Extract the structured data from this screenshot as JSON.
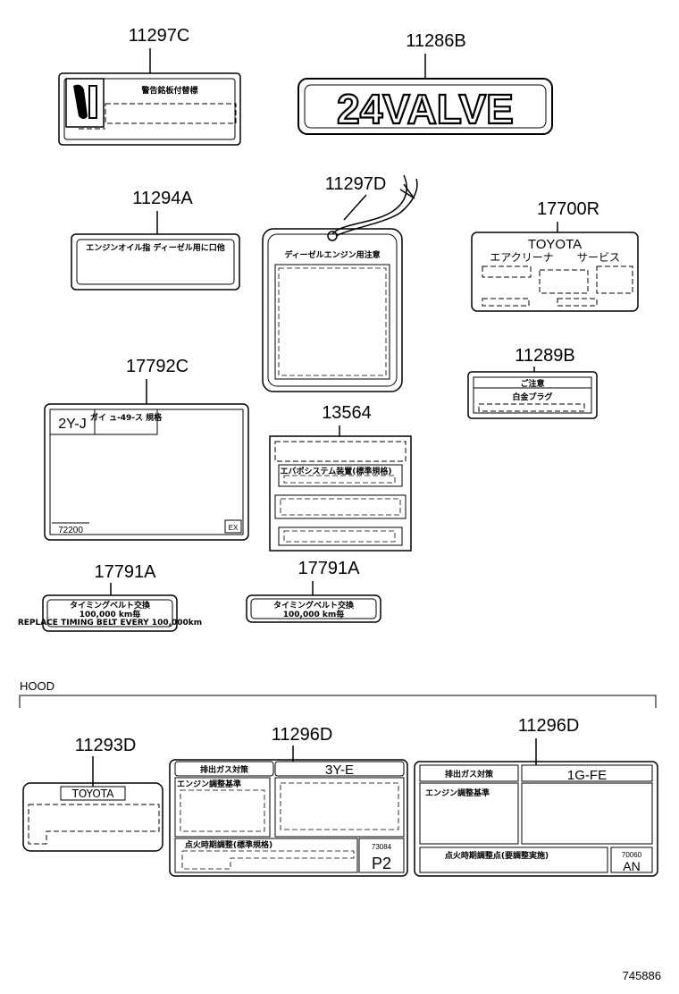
{
  "diagram_id": "745886",
  "section_label": "HOOD",
  "parts": {
    "p11297C": {
      "number": "11297C",
      "text": "警告銘板付替標"
    },
    "p11286B": {
      "number": "11286B",
      "text": "24VALVE"
    },
    "p11294A": {
      "number": "11294A",
      "text": "エンジンオイル指 ディーゼル用に口他"
    },
    "p11297D": {
      "number": "11297D",
      "text": "ディーゼルエンジン用注意"
    },
    "p17700R": {
      "number": "17700R",
      "brand": "TOYOTA",
      "left_label": "エアクリーナ",
      "right_label": "サービス"
    },
    "p11289B": {
      "number": "11289B",
      "line1": "ご注意",
      "line2": "白金プラグ"
    },
    "p17792C": {
      "number": "17792C",
      "engine": "2Y-J",
      "note": "ガイ ュ-49-ス 規格",
      "code": "72200",
      "corner": "EX"
    },
    "p13564": {
      "number": "13564",
      "text": "エバポシステム装置(標準規格)"
    },
    "p17791A_1": {
      "number": "17791A",
      "line1": "タイミングベルト交換",
      "line2": "100,000 km毎",
      "line3": "REPLACE TIMING BELT EVERY 100,000km"
    },
    "p17791A_2": {
      "number": "17791A",
      "line1": "タイミングベルト交換",
      "line2": "100,000 km毎"
    },
    "p11293D": {
      "number": "11293D",
      "brand": "TOYOTA"
    },
    "p11296D_1": {
      "number": "11296D",
      "header": "排出ガス対策",
      "engine": "3Y-E",
      "sub": "エンジン調整基準",
      "bottom": "点火時期調整(標準規格)",
      "code": "73084",
      "grade": "P2"
    },
    "p11296D_2": {
      "number": "11296D",
      "header": "排出ガス対策",
      "engine": "1G-FE",
      "sub": "エンジン調整基準",
      "bottom": "点火時期調整点(要調整実施)",
      "code": "70060",
      "grade": "AN"
    }
  }
}
